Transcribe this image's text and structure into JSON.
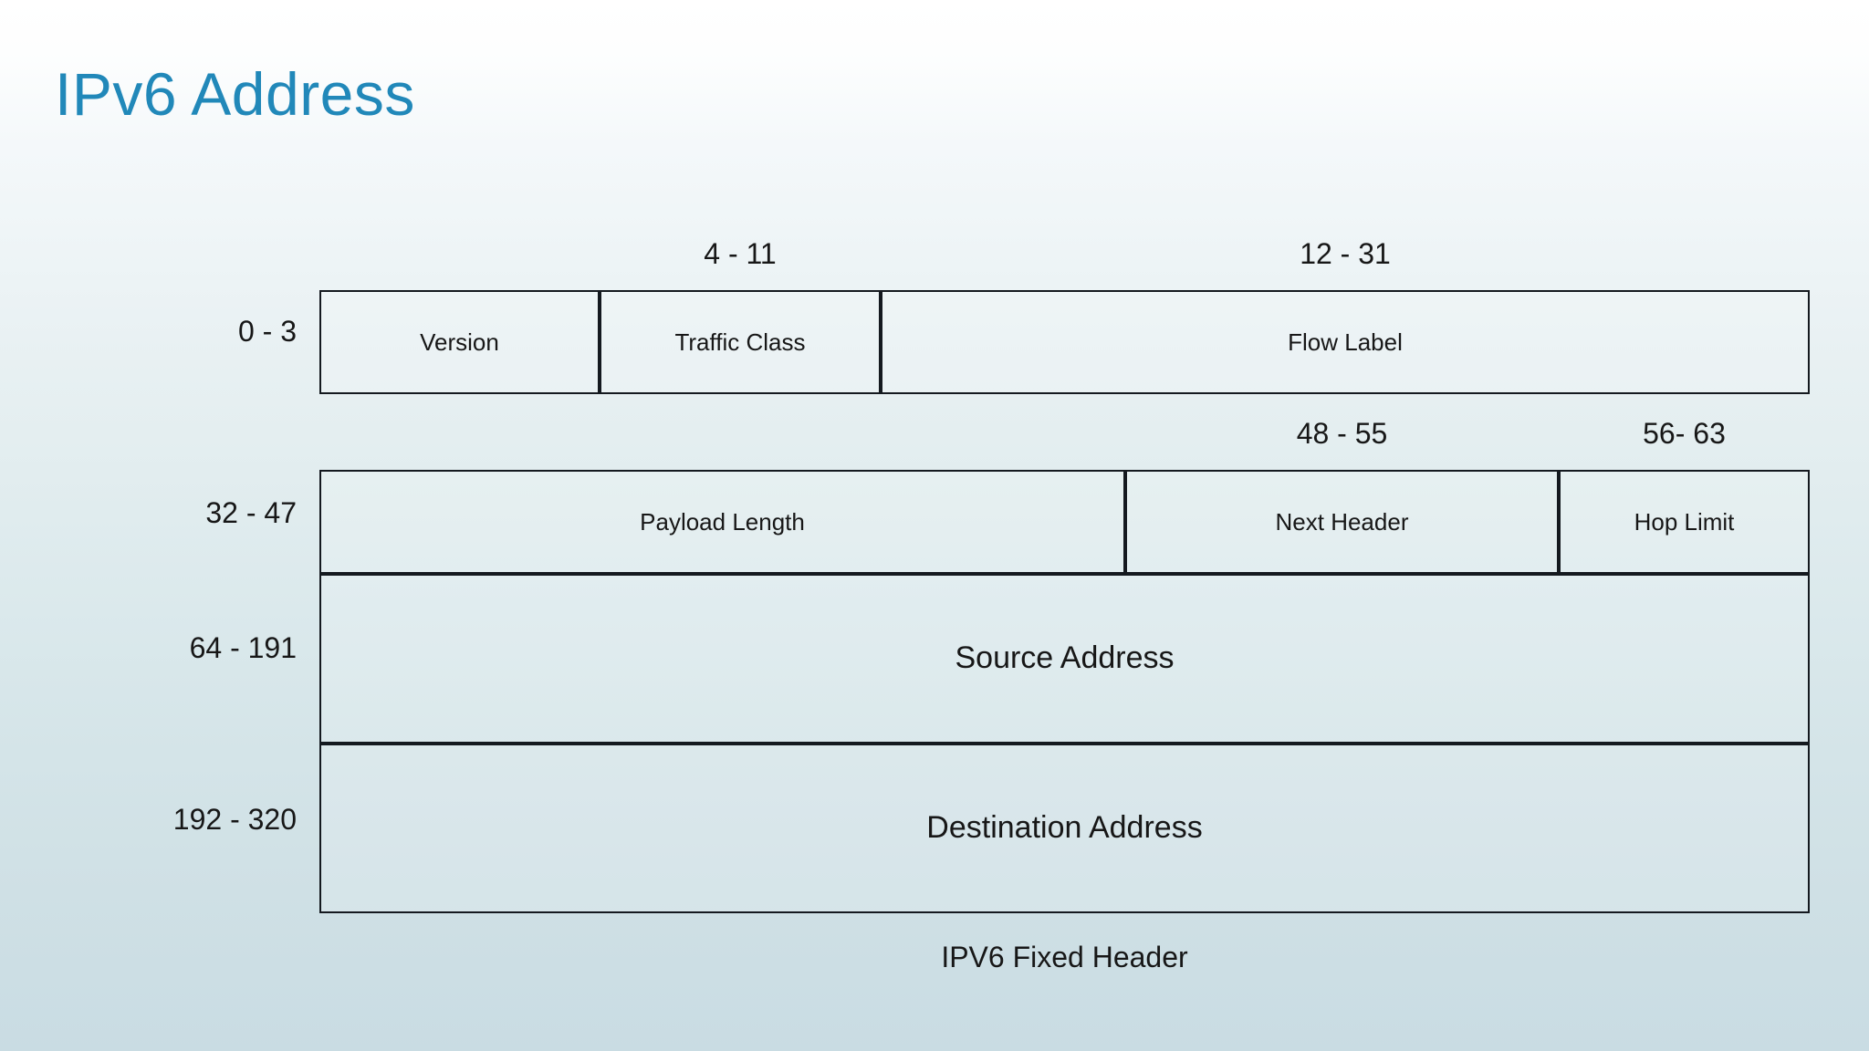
{
  "slide": {
    "title": "IPv6 Address",
    "title_color": "#2188b9",
    "caption": "IPV6 Fixed Header"
  },
  "diagram": {
    "name": "ipv6-fixed-header-diagram",
    "column_ranges": [
      {
        "label": "4 - 11",
        "id": "range-4-11"
      },
      {
        "label": "12 - 31",
        "id": "range-12-31"
      },
      {
        "label": "48 - 55",
        "id": "range-48-55"
      },
      {
        "label": "56- 63",
        "id": "range-56-63"
      }
    ],
    "row_ranges": [
      {
        "label": "0 - 3",
        "id": "range-0-3"
      },
      {
        "label": "32 - 47",
        "id": "range-32-47"
      },
      {
        "label": "64 - 191",
        "id": "range-64-191"
      },
      {
        "label": "192 - 320",
        "id": "range-192-320"
      }
    ],
    "rows": [
      {
        "row_label": "0 - 3",
        "fields": [
          {
            "label": "Version",
            "bits": "0 - 3"
          },
          {
            "label": "Traffic Class",
            "bits": "4 - 11"
          },
          {
            "label": "Flow Label",
            "bits": "12 - 31"
          }
        ]
      },
      {
        "row_label": "32 - 47",
        "fields": [
          {
            "label": "Payload Length",
            "bits": "32 - 47"
          },
          {
            "label": "Next Header",
            "bits": "48 - 55"
          },
          {
            "label": "Hop Limit",
            "bits": "56- 63"
          }
        ]
      },
      {
        "row_label": "64 - 191",
        "fields": [
          {
            "label": "Source Address",
            "bits": "64 - 191"
          }
        ]
      },
      {
        "row_label": "192 - 320",
        "fields": [
          {
            "label": "Destination Address",
            "bits": "192 - 320"
          }
        ]
      }
    ]
  }
}
